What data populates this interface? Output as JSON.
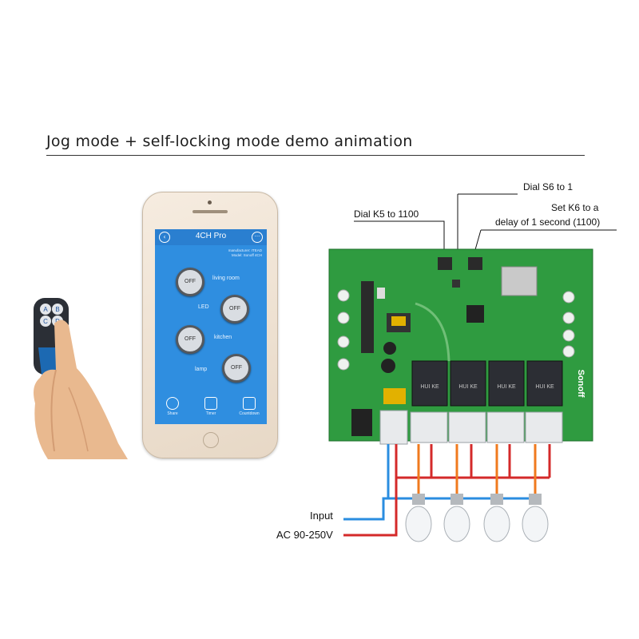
{
  "title": "Jog mode + self-locking mode demo animation",
  "callouts": {
    "dial_s6": "Dial S6 to 1",
    "dial_k5": "Dial K5 to 1100",
    "set_k6_line1": "Set K6 to a",
    "set_k6_line2": "delay of 1 second (1100)"
  },
  "wiring": {
    "input_label": "Input",
    "ac_label": "AC 90-250V",
    "input_color": "#2a8de0",
    "ac_color": "#d42a2a",
    "relay_wire_color": "#f07a1e"
  },
  "remote": {
    "buttons": [
      "A",
      "B",
      "C",
      "D"
    ]
  },
  "app": {
    "title": "4CH Pro",
    "info_line1": "manufacturer: ITEAD",
    "info_line2": "Model: Sonoff 4CH",
    "channels": [
      {
        "label": "living room",
        "state": "OFF"
      },
      {
        "label": "LED",
        "state": "OFF"
      },
      {
        "label": "kitchen",
        "state": "OFF"
      },
      {
        "label": "lamp",
        "state": "OFF"
      }
    ],
    "tabs": [
      "Share",
      "Timer",
      "Countdown"
    ],
    "screen_color": "#2f8ee0"
  },
  "board": {
    "brand": "Sonoff",
    "pcb_color": "#2e9a3e",
    "relays": [
      "HUI KE",
      "HUI KE",
      "HUI KE",
      "HUI KE"
    ],
    "bulb_count": 4
  }
}
